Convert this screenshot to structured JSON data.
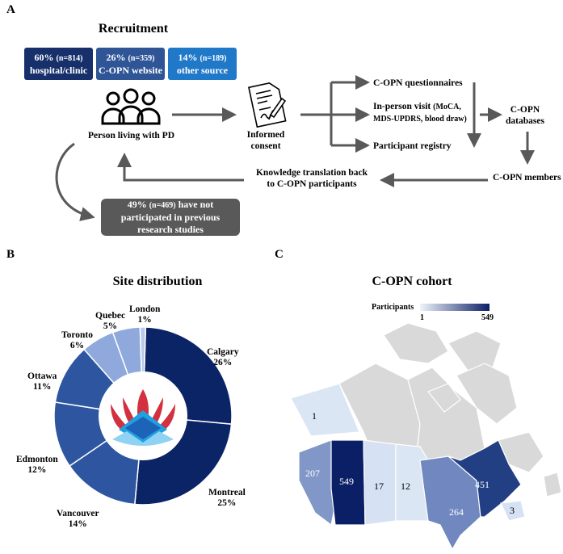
{
  "panels": {
    "a": "A",
    "b": "B",
    "c": "C"
  },
  "recruitment": {
    "title": "Recruitment",
    "boxes": [
      {
        "pct": "60%",
        "n": "(n=814)",
        "label": "hospital/clinic",
        "color": "#17306b"
      },
      {
        "pct": "26%",
        "n": "(n=359)",
        "label": "C-OPN website",
        "color": "#2f5597"
      },
      {
        "pct": "14%",
        "n": "(n=189)",
        "label": "other source",
        "color": "#1f78c8"
      }
    ]
  },
  "flow": {
    "person_label": "Person living with PD",
    "consent_line1": "Informed",
    "consent_line2": "consent",
    "questionnaires": "C-OPN questionnaires",
    "inperson_main": "In-person visit",
    "inperson_detail1": "(MoCA,",
    "inperson_detail2": "MDS-UPDRS, blood draw)",
    "registry": "Participant registry",
    "databases_line1": "C-OPN",
    "databases_line2": "databases",
    "members": "C-OPN members",
    "kt_line1": "Knowledge translation back",
    "kt_line2": "to C-OPN participants",
    "not_participated_pct": "49%",
    "not_participated_n": "(n=469)",
    "not_participated_rest1": "have not",
    "not_participated_rest2": "participated in previous",
    "not_participated_rest3": "research studies"
  },
  "site": {
    "title": "Site distribution"
  },
  "chart_data": {
    "type": "pie",
    "categories": [
      "Calgary",
      "Montreal",
      "Vancouver",
      "Edmonton",
      "Ottawa",
      "Toronto",
      "Quebec",
      "London"
    ],
    "values": [
      26,
      25,
      14,
      12,
      11,
      6,
      5,
      1
    ],
    "labels": [
      "26%",
      "25%",
      "14%",
      "12%",
      "11%",
      "6%",
      "5%",
      "1%"
    ],
    "colors": [
      "#0b2466",
      "#0b2466",
      "#2e56a0",
      "#2e56a0",
      "#2e56a0",
      "#8fa9dc",
      "#8fa9dc",
      "#b9c9ea"
    ]
  },
  "map": {
    "title": "C-OPN cohort",
    "legend_title": "Participants",
    "legend_min": "1",
    "legend_max": "549",
    "provinces": [
      {
        "name": "YT",
        "value": 1,
        "color": "#dbe6f4"
      },
      {
        "name": "BC",
        "value": 207,
        "color": "#8097c7"
      },
      {
        "name": "AB",
        "value": 549,
        "color": "#0b1f66"
      },
      {
        "name": "SK",
        "value": 17,
        "color": "#d6e2f3"
      },
      {
        "name": "MB",
        "value": 12,
        "color": "#dbe6f4"
      },
      {
        "name": "ON",
        "value": 264,
        "color": "#7088bf"
      },
      {
        "name": "QC",
        "value": 451,
        "color": "#223f83"
      },
      {
        "name": "NB",
        "value": 3,
        "color": "#d6e2f3"
      }
    ]
  }
}
